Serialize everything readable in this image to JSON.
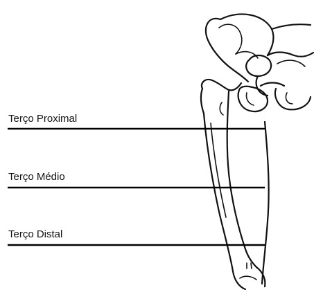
{
  "diagram": {
    "zones": [
      {
        "label": "Terço Proximal"
      },
      {
        "label": "Terço Médio"
      },
      {
        "label": "Terço Distal"
      }
    ]
  },
  "colors": {
    "line": "#000000",
    "background": "#ffffff"
  }
}
